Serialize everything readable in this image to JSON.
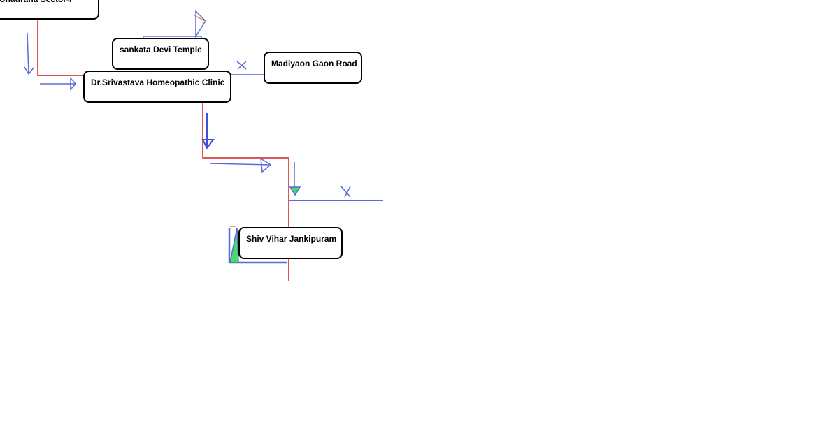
{
  "colors": {
    "route": "#e05555",
    "road": "#5a6ad8",
    "arrow_fill": "#44dd66"
  },
  "places": [
    {
      "name": "Prabhat Chauraha Sector-I"
    },
    {
      "name": "sankata Devi Temple"
    },
    {
      "name": "Dr.Srivastava Homeopathic Clinic"
    },
    {
      "name": "Madiyaon Gaon Road"
    },
    {
      "name": "Shiv Vihar Jankipuram"
    }
  ]
}
